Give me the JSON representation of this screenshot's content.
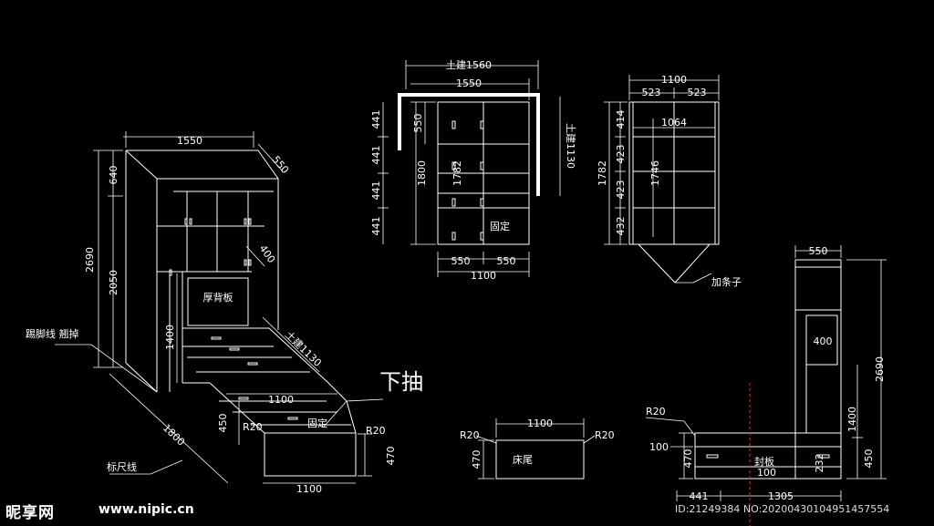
{
  "labels": {
    "iso_width": "1550",
    "iso_depth": "550",
    "iso_total_height": "2690",
    "iso_top_height": "640",
    "iso_lower_height": "2050",
    "iso_shelf_depth": "400",
    "iso_back_panel": "厚背板",
    "iso_bed_height": "1400",
    "iso_tu_jian": "土建1130",
    "iso_bed_length": "1800",
    "iso_drawer_width": "1100",
    "iso_drawer_height": "450",
    "iso_fixed": "固定",
    "iso_r20_left": "R20",
    "iso_r20_right": "R20",
    "iso_bed_end_height": "470",
    "iso_bed_end_width": "1100",
    "kick_line_note": "踢脚线 翘掉",
    "scale_line_note": "标尺线",
    "drawer_callout": "下抽",
    "front_civil_width": "土建1560",
    "front_width": "1550",
    "front_civil_height": "土建1130",
    "front_h550": "550",
    "front_h1800": "1800",
    "front_h1782": "1782",
    "front_h441_1": "441",
    "front_h441_2": "441",
    "front_h441_3": "441",
    "front_h441_4": "441",
    "front_fixed": "固定",
    "front_bottom_550a": "550",
    "front_bottom_550b": "550",
    "front_bottom_1100": "1100",
    "side_width": "1100",
    "side_523a": "523",
    "side_523b": "523",
    "side_inner": "1064",
    "side_h1782": "1782",
    "side_h1746": "1746",
    "side_414": "414",
    "side_423a": "423",
    "side_423b": "423",
    "side_432": "432",
    "side_strip": "加条子",
    "bedend_width": "1100",
    "bedend_r20a": "R20",
    "bedend_r20b": "R20",
    "bedend_height": "470",
    "bedend_label": "床尾",
    "bedside_top": "550",
    "bedside_total": "2690",
    "bedside_shelf": "400",
    "bedside_1400": "1400",
    "bedside_450": "450",
    "bedside_r20": "R20",
    "bedside_100a": "100",
    "bedside_100b": "100",
    "bedside_470": "470",
    "bedside_232": "232",
    "bedside_panel": "封板",
    "bedside_441": "441",
    "bedside_1305": "1305"
  },
  "footer": {
    "brand": "昵享网",
    "url": "www.nipic.cn",
    "id_text": "ID:21249384 NO:20200430104951457554"
  }
}
